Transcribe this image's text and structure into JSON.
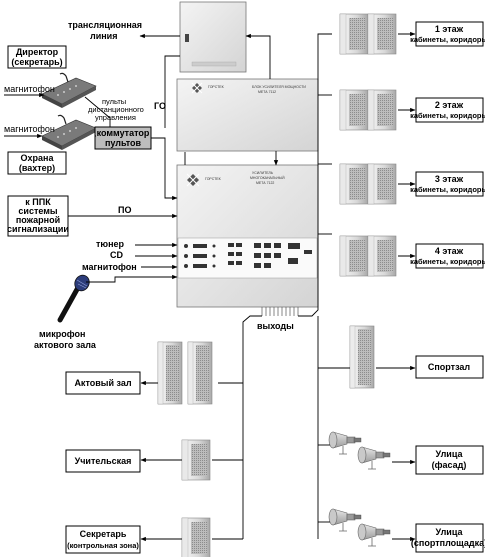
{
  "labels": {
    "broadcast_line": [
      "трансляционная",
      "линия"
    ],
    "director": [
      "Директор",
      "(секретарь)"
    ],
    "tape_recorder_1": "магнитофон",
    "remote_panels": [
      "пульты",
      "дистанционного",
      "управления"
    ],
    "tape_recorder_2": "магнитофон",
    "go": "ГО",
    "switch_box": [
      "коммутатор",
      "пультов"
    ],
    "security": [
      "Охрана",
      "(вахтер)"
    ],
    "fire_alarm": [
      "к ППК",
      "системы",
      "пожарной",
      "сигнализации"
    ],
    "po": "ПО",
    "tuner": "тюнер",
    "cd": "CD",
    "tape_recorder_3": "магнитофон",
    "outputs": "выходы",
    "microphone": [
      "микрофон",
      "актового зала"
    ]
  },
  "device_text": {
    "top_unit": "",
    "middle_unit": [
      "БЛОК УСИЛИТЕЛЯ МОЩНОСТИ",
      "МЕТА 7112"
    ],
    "bottom_unit": [
      "УСИЛИТЕЛЬ",
      "МНОГОКАНАЛЬНЫЙ",
      "МЕТА 7122"
    ]
  },
  "floors": [
    {
      "title": "1 этаж",
      "subtitle": "кабинеты, коридоры"
    },
    {
      "title": "2 этаж",
      "subtitle": "кабинеты, коридоры"
    },
    {
      "title": "3 этаж",
      "subtitle": "кабинеты, коридоры"
    },
    {
      "title": "4 этаж",
      "subtitle": "кабинеты, коридоры"
    }
  ],
  "zones_right": [
    {
      "title": "Спортзал",
      "subtitle": ""
    },
    {
      "title": "Улица",
      "subtitle": "(фасад)"
    },
    {
      "title": "Улица",
      "subtitle": "(спортплощадка)"
    }
  ],
  "zones_left": [
    {
      "title": "Актовый зал",
      "subtitle": ""
    },
    {
      "title": "Учительская",
      "subtitle": ""
    },
    {
      "title": "Секретарь",
      "subtitle": "(контрольная зона)"
    }
  ]
}
